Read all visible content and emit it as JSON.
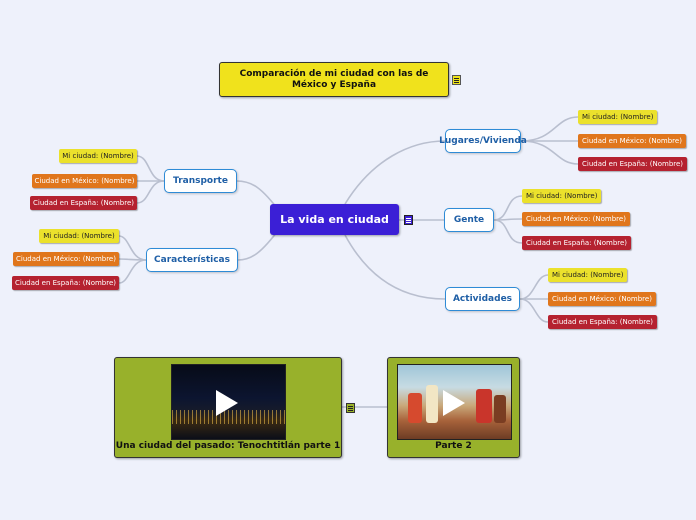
{
  "title": "Comparación de mi ciudad con las de México y España",
  "central": "La vida en ciudad",
  "topics": [
    {
      "label": "Lugares/Vivienda",
      "leaves": [
        "Mi ciudad: (Nombre)",
        "Ciudad en México: (Nombre)",
        "Ciudad en España: (Nombre)"
      ]
    },
    {
      "label": "Gente",
      "leaves": [
        "Mi ciudad: (Nombre)",
        "Ciudad en México: (Nombre)",
        "Ciudad en España: (Nombre)"
      ]
    },
    {
      "label": "Actividades",
      "leaves": [
        "Mi ciudad: (Nombre)",
        "Ciudad en México: (Nombre)",
        "Ciudad en España: (Nombre)"
      ]
    },
    {
      "label": "Transporte",
      "leaves": [
        "Mi ciudad: (Nombre)",
        "Ciudad en México: (Nombre)",
        "Ciudad en España: (Nombre)"
      ]
    },
    {
      "label": "Características",
      "leaves": [
        "Mi ciudad: (Nombre)",
        "Ciudad en México: (Nombre)",
        "Ciudad en España: (Nombre)"
      ]
    }
  ],
  "videos": [
    {
      "label": "Una ciudad del pasado: Tenochtitlán parte 1",
      "icon": "play-icon"
    },
    {
      "label": "Parte 2",
      "icon": "play-icon"
    }
  ],
  "colors": {
    "title_bg": "#f0e21c",
    "central_bg": "#3b1fd6",
    "topic_border": "#2e8bd6",
    "leaf_mi": "#ebe12c",
    "leaf_mexico": "#e0761c",
    "leaf_espana": "#b52230",
    "video_card": "#98b12b",
    "connector": "#b9bfcf"
  }
}
